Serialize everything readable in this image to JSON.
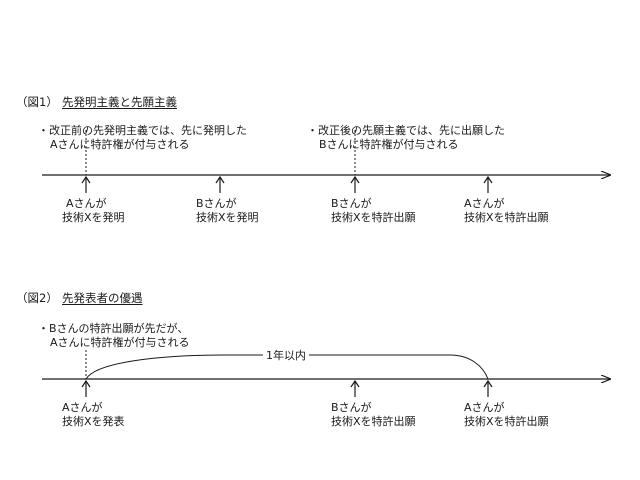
{
  "figure1": {
    "number": "（図1）",
    "title": "先発明主義と先願主義",
    "note_left": {
      "line1": "・改正前の先発明主義では、先に発明した",
      "line2": "Aさんに特許権が付与される"
    },
    "note_right": {
      "line1": "・改正後の先願主義では、先に出願した",
      "line2": "Bさんに特許権が付与される"
    },
    "events": [
      {
        "actor": "Aさんが",
        "action": "技術Xを発明"
      },
      {
        "actor": "Bさんが",
        "action": "技術Xを発明"
      },
      {
        "actor": "Bさんが",
        "action": "技術Xを特許出願"
      },
      {
        "actor": "Aさんが",
        "action": "技術Xを特許出願"
      }
    ]
  },
  "figure2": {
    "number": "（図2）",
    "title": "先発表者の優遇",
    "note": {
      "line1": "・Bさんの特許出願が先だが、",
      "line2": "Aさんに特許権が付与される"
    },
    "span_label": "1年以内",
    "events": [
      {
        "actor": "Aさんが",
        "action": "技術Xを発表"
      },
      {
        "actor": "Bさんが",
        "action": "技術Xを特許出願"
      },
      {
        "actor": "Aさんが",
        "action": "技術Xを特許出願"
      }
    ]
  }
}
